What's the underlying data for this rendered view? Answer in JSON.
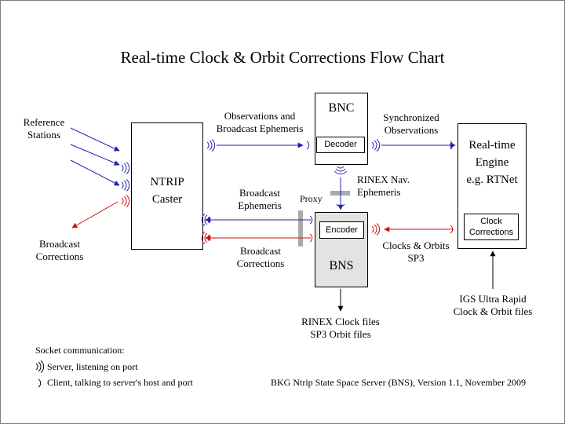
{
  "title": "Real-time Clock & Orbit Corrections Flow Chart",
  "nodes": {
    "reference_stations": "Reference\nStations",
    "broadcast_corrections_out": "Broadcast\nCorrections",
    "ntrip_caster": "NTRIP\nCaster",
    "bnc": "BNC",
    "decoder": "Decoder",
    "bns": "BNS",
    "encoder": "Encoder",
    "realtime_engine": "Real-time\nEngine\ne.g. RTNet",
    "clock_corrections": "Clock\nCorrections",
    "proxy": "Proxy"
  },
  "edge_labels": {
    "observations_broadcast": "Observations and\nBroadcast Ephemeris",
    "synchronized_observations": "Synchronized\nObservations",
    "rinex_nav": "RINEX Nav.\nEphemeris",
    "broadcast_ephemeris": "Broadcast\nEphemeris",
    "broadcast_corrections": "Broadcast\nCorrections",
    "clocks_orbits": "Clocks & Orbits\nSP3",
    "rinex_files": "RINEX Clock files\nSP3 Orbit files",
    "igs_ultra_rapid": "IGS Ultra Rapid\nClock & Orbit files"
  },
  "legend": {
    "heading": "Socket communication:",
    "server": "Server, listening on port",
    "client": "Client, talking to server's host and port"
  },
  "footer": "BKG Ntrip State Space Server (BNS), Version 1.1, November 2009",
  "colors": {
    "blue": "#1f1fb4",
    "red": "#d01010",
    "gray": "#aaaaaa"
  }
}
